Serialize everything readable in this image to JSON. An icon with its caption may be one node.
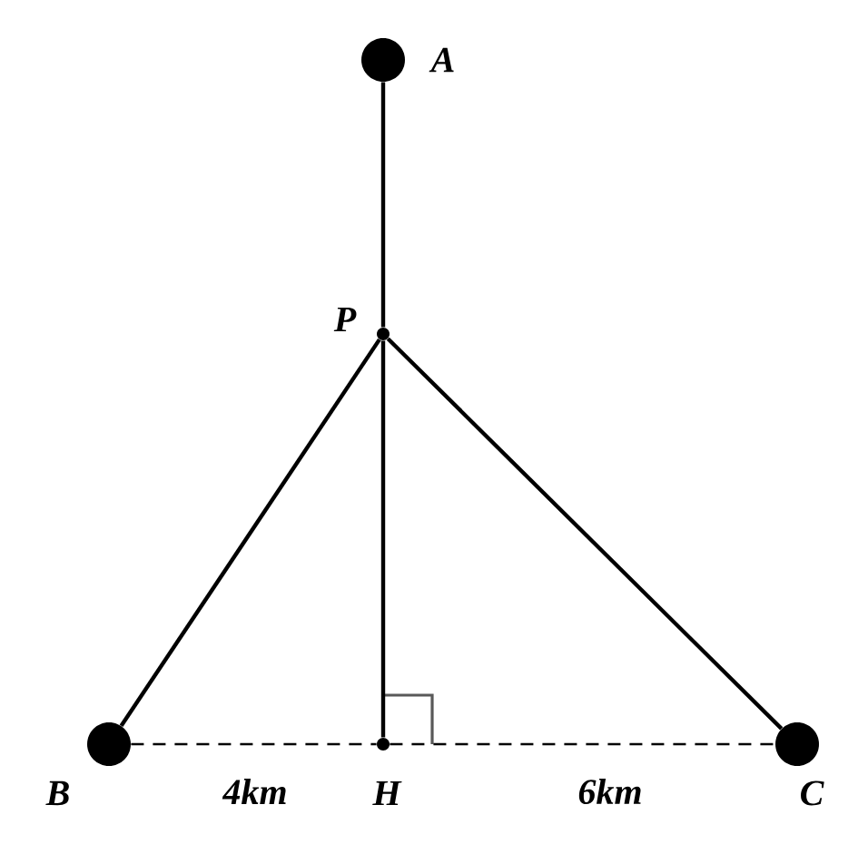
{
  "diagram": {
    "nodes": [
      {
        "text": [],
        "shape": "circle",
        "beside": [
          "A"
        ]
      },
      {
        "text": [],
        "shape": "circle",
        "beside": [
          "P"
        ]
      },
      {
        "text": [],
        "shape": "circle",
        "beside": [
          "B"
        ]
      },
      {
        "text": [],
        "shape": "circle",
        "beside": [
          "H"
        ]
      },
      {
        "text": [],
        "shape": "circle",
        "beside": [
          "C"
        ]
      }
    ],
    "edges": [
      {
        "from": 0,
        "to": 1,
        "arrow": "none"
      },
      {
        "from": 1,
        "to": 2,
        "arrow": "none"
      },
      {
        "from": 1,
        "to": 3,
        "arrow": "none"
      },
      {
        "from": 1,
        "to": 4,
        "arrow": "none"
      },
      {
        "from": 2,
        "to": 3,
        "arrow": "none",
        "style": "dashed",
        "label": "4km"
      },
      {
        "from": 3,
        "to": 4,
        "arrow": "none",
        "style": "dashed",
        "label": "6km"
      }
    ]
  }
}
